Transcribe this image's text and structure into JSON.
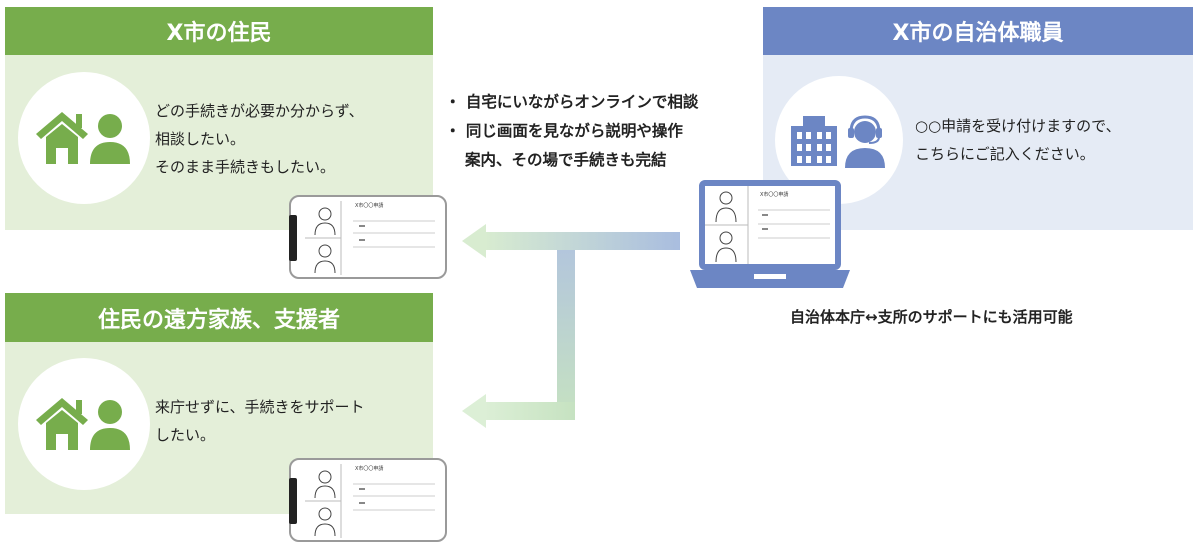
{
  "residents": {
    "title": "X市の住民",
    "lines": [
      "どの手続きが必要か分からず、",
      "相談したい。",
      "そのまま手続きもしたい。"
    ]
  },
  "family": {
    "title": "住民の遠方家族、支援者",
    "lines": [
      "来庁せずに、手続きをサポート",
      "したい。"
    ]
  },
  "staff": {
    "title": "X市の自治体職員",
    "lines": [
      "○○申請を受け付けますので、",
      "こちらにご記入ください。"
    ]
  },
  "bullets": {
    "b1": "自宅にいながらオンラインで相談",
    "b2": "同じ画面を見ながら説明や操作",
    "b3": "案内、その場で手続きも完結"
  },
  "note": "自治体本庁↔支所のサポートにも活用可能",
  "screen_title": "X市〇〇申請",
  "icons": {
    "home": "house-icon",
    "person": "person-icon",
    "building": "building-icon",
    "operator": "headset-operator-icon",
    "laptop": "laptop-icon",
    "tablet": "tablet-icon",
    "arrow": "arrow-left-icon"
  },
  "colors": {
    "green": "#77ad4c",
    "green_light": "#e4efd9",
    "blue": "#6c86c4",
    "blue_light": "#e5ebf5",
    "gradient_blue": "#a9bddf",
    "gradient_green": "#d8ecd0"
  }
}
